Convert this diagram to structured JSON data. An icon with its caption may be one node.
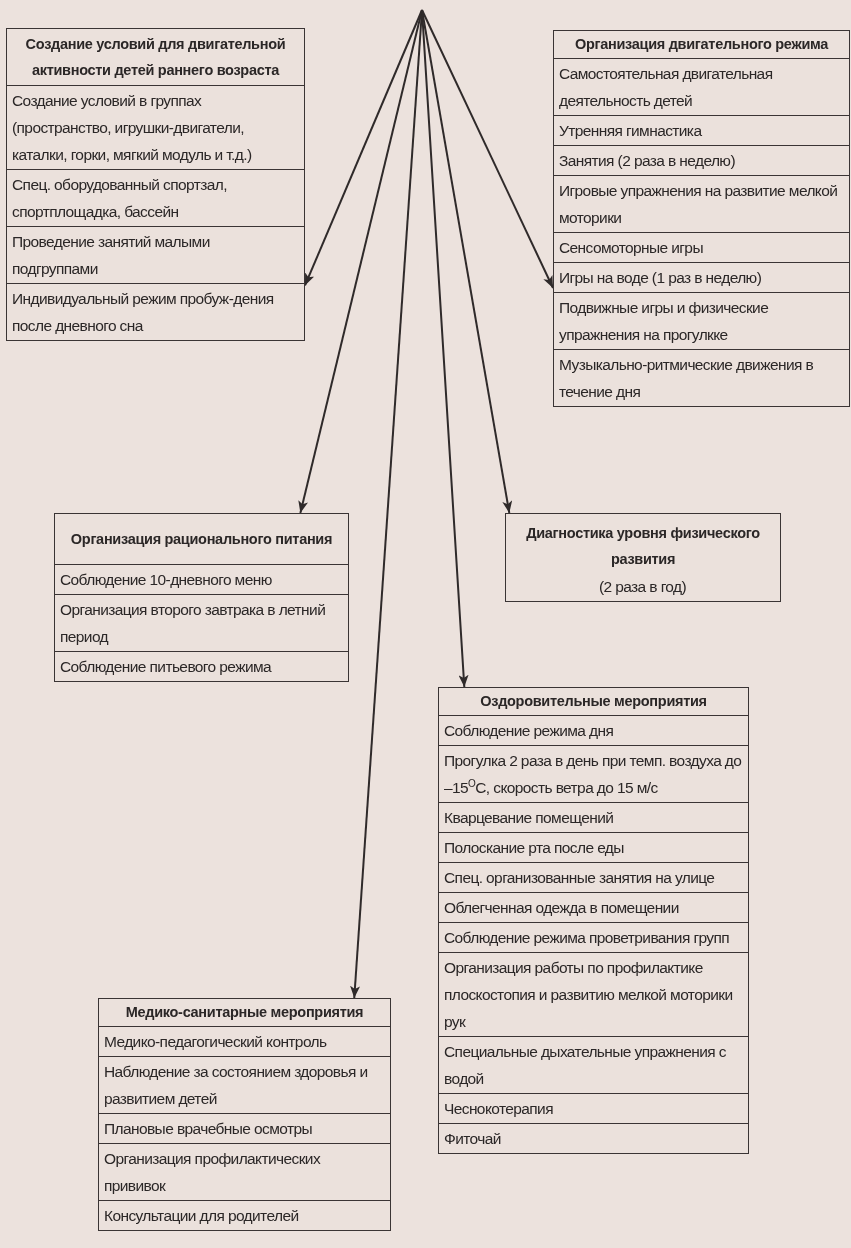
{
  "diagram": {
    "nodes": [
      {
        "text": [
          "Создание условий для двигательной активности детей раннего возраста",
          "Создание условий в группах (пространство, игрушки-двигатели, каталки, горки, мягкий модуль и т.д.)",
          "Спец. оборудованный спортзал, спортплощадка, бассейн",
          "Проведение занятий малыми подгруппами",
          "Индивидуальный режим пробуж-дения после дневного сна"
        ]
      },
      {
        "text": [
          "Организация двигательного режима",
          "Самостоятельная двигательная деятельность детей",
          "Утренняя гимнастика",
          "Занятия (2 раза в неделю)",
          "Игровые упражнения на развитие мелкой моторики",
          "Сенсомоторные игры",
          "Игры на воде (1 раз в неделю)",
          "Подвижные игры и физические упражнения на прогулкке",
          "Музыкально-ритмические движения в течение дня"
        ]
      },
      {
        "text": [
          "Организация рационального питания",
          "Соблюдение 10-дневного меню",
          "Организация второго завтрака в летний период",
          "Соблюдение питьевого режима"
        ]
      },
      {
        "text": [
          "Диагностика уровня физического развития",
          "(2 раза в год)"
        ]
      },
      {
        "text": [
          "Оздоровительные мероприятия",
          "Соблюдение режима дня",
          "Прогулка 2 раза в день при темп. воздуха до –15$^{O}$С, скорость ветра до 15 м/с",
          "Кварцевание помещений",
          "Полоскание рта после еды",
          "Спец. организованные занятия на улице",
          "Облегченная одежда в помещении",
          "Соблюдение режима проветривания групп",
          "Организация работы по профилактике плоскостопия и развитию мелкой моторики рук",
          "Специальные дыхательные упражнения с водой",
          "Чеснокотерапия",
          "Фиточай"
        ]
      },
      {
        "text": [
          "Медико-санитарные мероприятия",
          "Медико-педагогический контроль",
          "Наблюдение за состоянием здоровья и развитием детей",
          "Плановые врачебные осмотры",
          "Организация профилактических прививок",
          "Консультации для родителей"
        ]
      }
    ],
    "edges": [
      {
        "from": null,
        "to": 0,
        "arrow": "to"
      },
      {
        "from": null,
        "to": 2,
        "arrow": "to"
      },
      {
        "from": null,
        "to": 5,
        "arrow": "to"
      },
      {
        "from": null,
        "to": 4,
        "arrow": "to"
      },
      {
        "from": null,
        "to": 3,
        "arrow": "to"
      },
      {
        "from": null,
        "to": 1,
        "arrow": "to"
      }
    ]
  }
}
